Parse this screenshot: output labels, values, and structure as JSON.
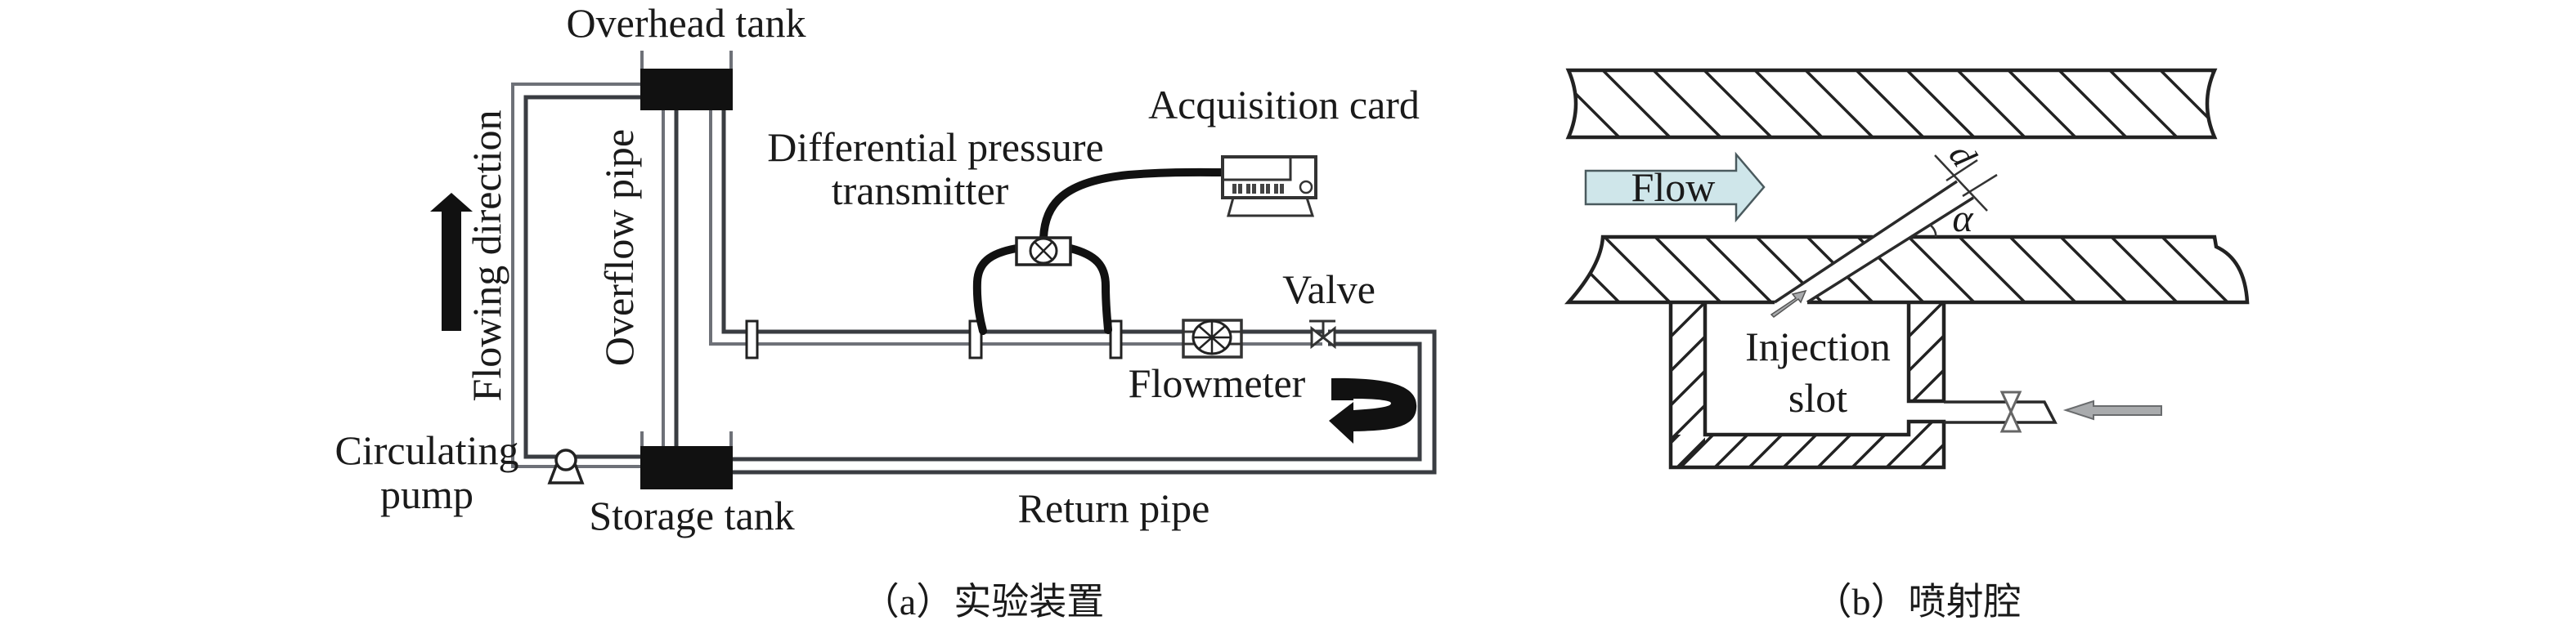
{
  "figure": {
    "panels": [
      {
        "id": "a",
        "caption": "（a）实验装置",
        "labels": {
          "overhead_tank": "Overhead tank",
          "overflow_pipe": "Overflow pipe",
          "flowing_direction": "Flowing direction",
          "circulating_pump_line1": "Circulating",
          "circulating_pump_line2": "pump",
          "storage_tank": "Storage tank",
          "differential_pressure_line1": "Differential pressure",
          "differential_pressure_line2": "transmitter",
          "acquisition_card": "Acquisition card",
          "valve": "Valve",
          "flowmeter": "Flowmeter",
          "return_pipe": "Return pipe"
        }
      },
      {
        "id": "b",
        "caption": "（b）喷射腔",
        "labels": {
          "flow": "Flow",
          "slot_width_symbol": "d",
          "injection_angle_symbol": "α",
          "injection_slot_line1": "Injection",
          "injection_slot_line2": "slot"
        },
        "colors": {
          "flow_arrow_fill": "#cfe6ea",
          "inlet_arrow_fill": "#a9abad"
        }
      }
    ]
  }
}
